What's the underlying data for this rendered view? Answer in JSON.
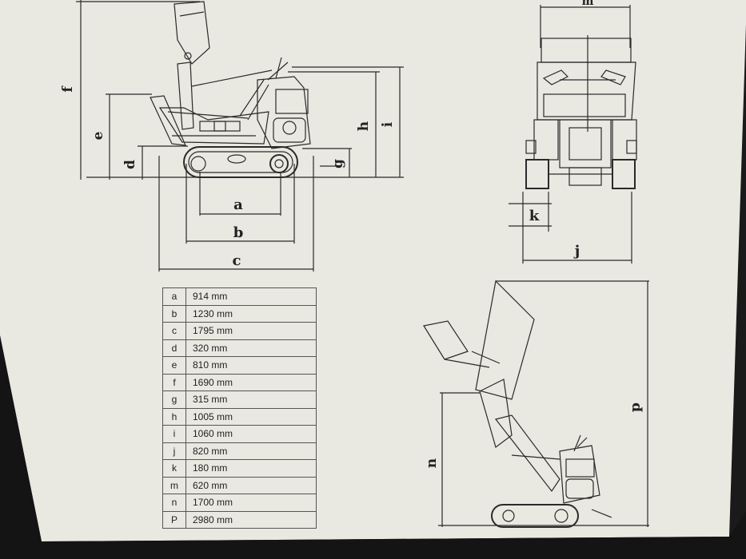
{
  "colors": {
    "paper": "#e9e8e1",
    "ink": "#2a2a2a",
    "bezel": "#151515"
  },
  "labels": {
    "a": "a",
    "b": "b",
    "c": "c",
    "d": "d",
    "e": "e",
    "f": "f",
    "g": "g",
    "h": "h",
    "i": "i",
    "j": "j",
    "k": "k",
    "m": "m",
    "n": "n",
    "p": "p"
  },
  "spec_table": {
    "rows": [
      {
        "key": "a",
        "value": "914 mm"
      },
      {
        "key": "b",
        "value": "1230 mm"
      },
      {
        "key": "c",
        "value": "1795 mm"
      },
      {
        "key": "d",
        "value": "320 mm"
      },
      {
        "key": "e",
        "value": "810 mm"
      },
      {
        "key": "f",
        "value": "1690 mm"
      },
      {
        "key": "g",
        "value": "315 mm"
      },
      {
        "key": "h",
        "value": "1005 mm"
      },
      {
        "key": "i",
        "value": "1060 mm"
      },
      {
        "key": "j",
        "value": "820 mm"
      },
      {
        "key": "k",
        "value": "180 mm"
      },
      {
        "key": "m",
        "value": "620 mm"
      },
      {
        "key": "n",
        "value": "1700 mm"
      },
      {
        "key": "P",
        "value": "2980 mm"
      }
    ]
  }
}
